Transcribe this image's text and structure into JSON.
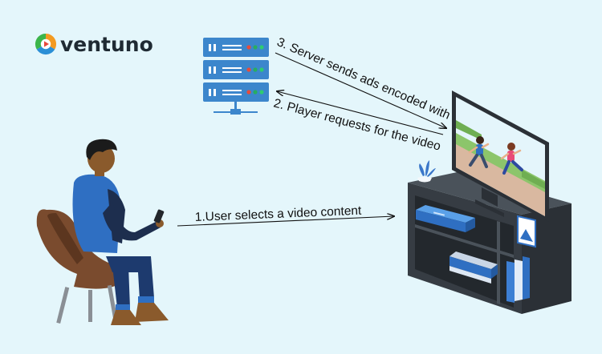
{
  "brand": {
    "name": "ventuno",
    "colors": {
      "orange": "#f39a21",
      "green": "#3bb54a",
      "blue": "#2b8fd6",
      "red": "#e8483b"
    }
  },
  "steps": [
    {
      "label": "1.User selects a video content"
    },
    {
      "label": "2. Player requests for the video"
    },
    {
      "label": "3. Server sends ads encoded with video"
    }
  ],
  "colors": {
    "background": "#e4f6fb",
    "server": "#3c86cc",
    "furniture": "#3d444c",
    "chair": "#7a4b2e",
    "shirt": "#2f6fc2"
  }
}
